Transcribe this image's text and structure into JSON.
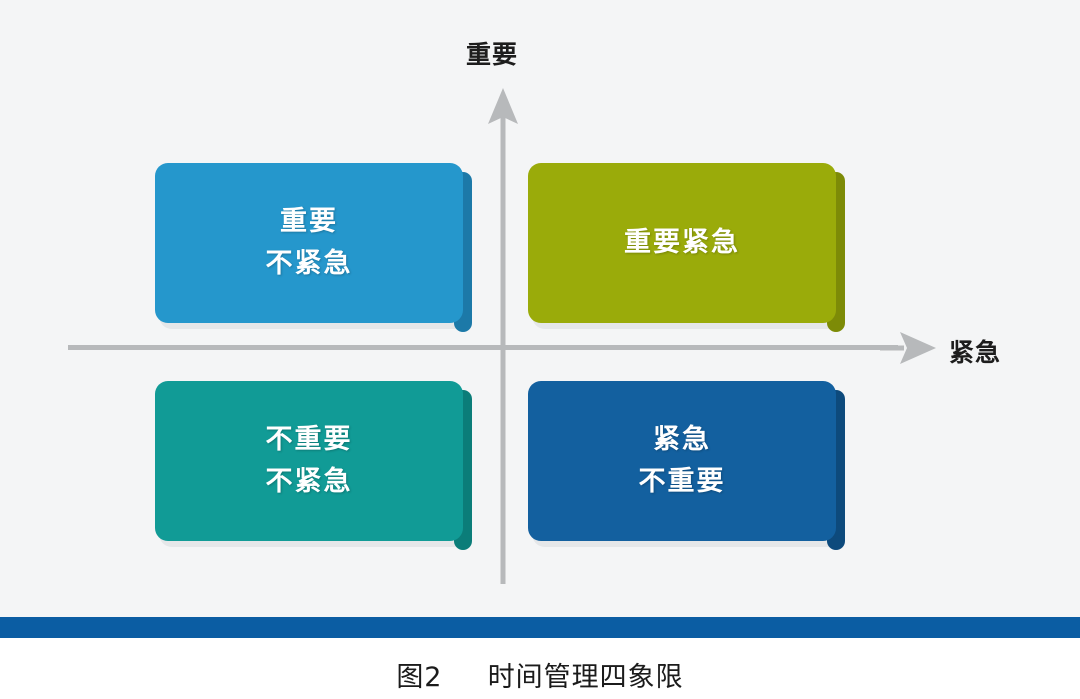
{
  "figure": {
    "background_color": "#f4f5f6",
    "caption_number": "图2",
    "caption_title": "时间管理四象限"
  },
  "axes": {
    "vertical": {
      "label": "重要",
      "icon": "up-arrow-icon",
      "color": "#b0b2b4"
    },
    "horizontal": {
      "label": "紧急",
      "icon": "right-arrow-icon",
      "color": "#b0b2b4"
    }
  },
  "quadrants": [
    {
      "id": "top-left",
      "lines": [
        "重要",
        "不紧急"
      ],
      "color": "#2597cc",
      "side_color": "#1c79a8"
    },
    {
      "id": "top-right",
      "lines": [
        "重要紧急"
      ],
      "color": "#9aab0a",
      "side_color": "#7d8b07"
    },
    {
      "id": "bottom-left",
      "lines": [
        "不重要",
        "不紧急"
      ],
      "color": "#119b96",
      "side_color": "#0b7d79"
    },
    {
      "id": "bottom-right",
      "lines": [
        "紧急",
        "不重要"
      ],
      "color": "#13609f",
      "side_color": "#0d4a7c"
    }
  ],
  "footer": {
    "rule_color": "#0b5da3"
  }
}
